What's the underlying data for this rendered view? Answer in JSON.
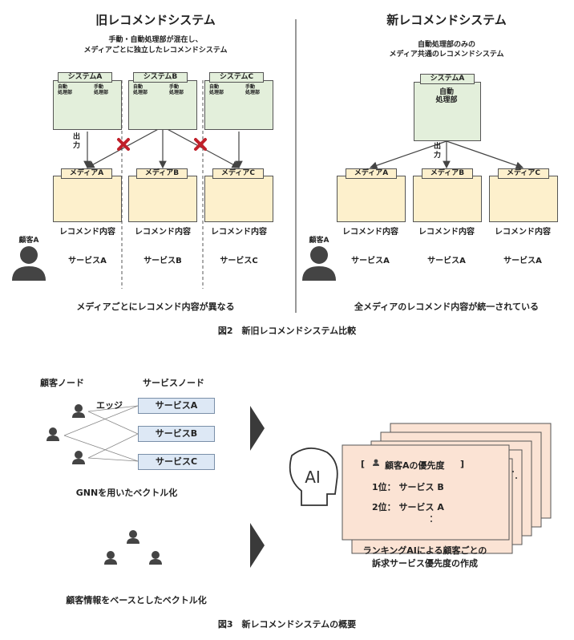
{
  "fig2": {
    "old": {
      "title": "旧レコメンドシステム",
      "subtitle_lines": [
        "手動・自動処理部が混在し、",
        "メディアごとに独立したレコメンドシステム"
      ],
      "systems": [
        {
          "label": "システムA",
          "auto": "自動\n処理部",
          "manual": "手動\n処理部"
        },
        {
          "label": "システムB",
          "auto": "自動\n処理部",
          "manual": "手動\n処理部"
        },
        {
          "label": "システムC",
          "auto": "自動\n処理部",
          "manual": "手動\n処理部"
        }
      ],
      "output_label": "出\n力",
      "media": [
        "メディアA",
        "メディアB",
        "メディアC"
      ],
      "recommend": [
        "レコメンド内容",
        "レコメンド内容",
        "レコメンド内容"
      ],
      "services": [
        "サービスA",
        "サービスB",
        "サービスC"
      ],
      "customer": "顧客A",
      "caption": "メディアごとにレコメンド内容が異なる"
    },
    "new": {
      "title": "新レコメンドシステム",
      "subtitle_lines": [
        "自動処理部のみの",
        "メディア共通のレコメンドシステム"
      ],
      "system_label": "システムA",
      "auto": "自動\n処理部",
      "output_label": "出\n力",
      "media": [
        "メディアA",
        "メディアB",
        "メディアC"
      ],
      "recommend": [
        "レコメンド内容",
        "レコメンド内容",
        "レコメンド内容"
      ],
      "services": [
        "サービスA",
        "サービスA",
        "サービスA"
      ],
      "customer": "顧客A",
      "caption": "全メディアのレコメンド内容が統一されている"
    },
    "figure_caption": "図2　新旧レコメンドシステム比較"
  },
  "fig3": {
    "customer_node_label": "顧客ノード",
    "service_node_label": "サービスノード",
    "edge_label": "エッジ",
    "services": [
      "サービスA",
      "サービスB",
      "サービスC"
    ],
    "gnn_caption": "GNNを用いたベクトル化",
    "info_caption": "顧客情報をベースとしたベクトル化",
    "card_header": "顧客Aの優先度",
    "rank1": "1位：  サービス B",
    "rank2": "2位：  サービス A",
    "ranking_caption_lines": [
      "ランキングAIによる顧客ごとの",
      "訴求サービス優先度の作成"
    ],
    "figure_caption": "図3　新レコメンドシステムの概要"
  },
  "colors": {
    "system_fill": "#e3efdb",
    "media_fill": "#fdf0cc",
    "service_fill": "#dde8f5",
    "card_fill": "#fbe3d4",
    "cross": "#c0202a"
  }
}
